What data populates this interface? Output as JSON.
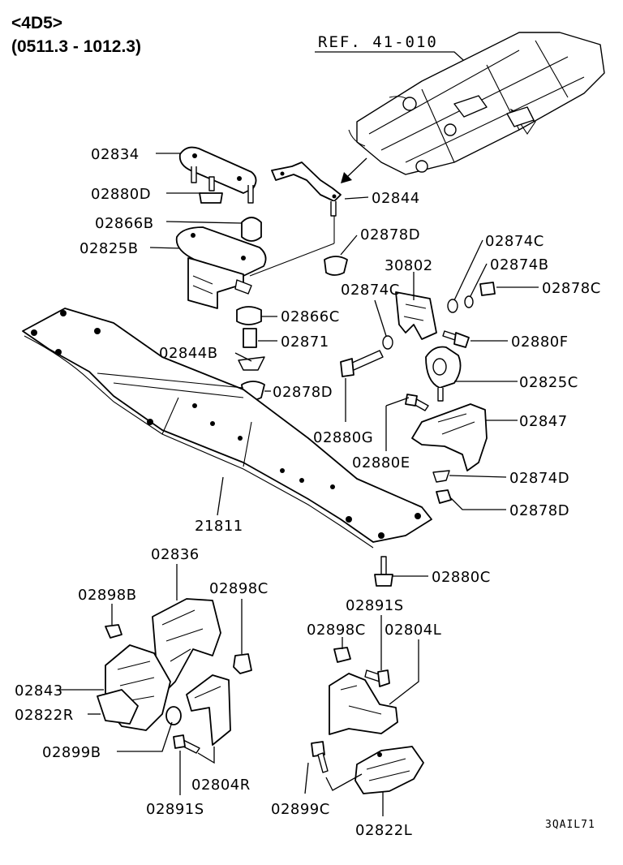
{
  "header": {
    "engine": "<4D5>",
    "period": "(0511.3 - 1012.3)"
  },
  "reference": "REF. 41-010",
  "diagram_code": "3QAIL71",
  "labels": {
    "p02834": "02834",
    "p02880D": "02880D",
    "p02866B": "02866B",
    "p02825B": "02825B",
    "p02844": "02844",
    "p02878D_a": "02878D",
    "p02874C_a": "02874C",
    "p30802": "30802",
    "p02874B": "02874B",
    "p02874C_b": "02874C",
    "p02878C": "02878C",
    "p02866C": "02866C",
    "p02871": "02871",
    "p02844B": "02844B",
    "p02880F": "02880F",
    "p02825C": "02825C",
    "p02878D_b": "02878D",
    "p02847": "02847",
    "p02880G": "02880G",
    "p02880E": "02880E",
    "p02874D": "02874D",
    "p02878D_c": "02878D",
    "p21811": "21811",
    "p02836": "02836",
    "p02880C": "02880C",
    "p02898B": "02898B",
    "p02898C_a": "02898C",
    "p02891S_a": "02891S",
    "p02898C_b": "02898C",
    "p02804L": "02804L",
    "p02843": "02843",
    "p02822R": "02822R",
    "p02899B": "02899B",
    "p02804R": "02804R",
    "p02891S_b": "02891S",
    "p02899C": "02899C",
    "p02822L": "02822L"
  }
}
